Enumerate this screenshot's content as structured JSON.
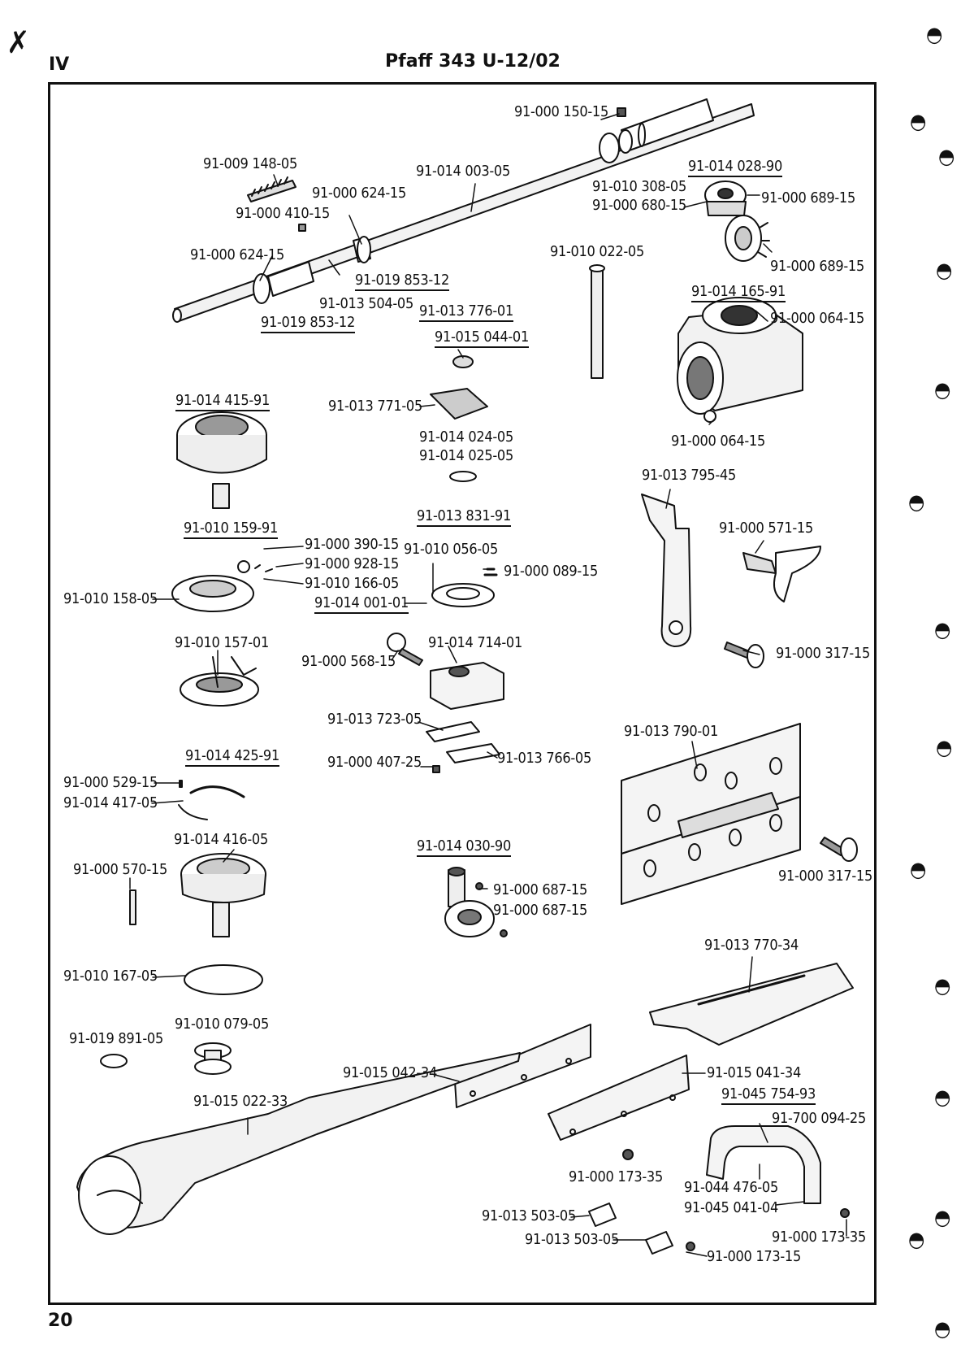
{
  "header": {
    "section": "IV",
    "title": "Pfaff 343 U-12/02",
    "page_number": "20"
  },
  "labels": [
    "91-000 150-15",
    "91-009 148-05",
    "91-014 003-05",
    "91-000 624-15",
    "91-000 410-15",
    "91-000 624-15",
    "91-019 853-12",
    "91-013 504-05",
    "91-019 853-12",
    "91-013 776-01",
    "91-015 044-01",
    "91-014 028-90",
    "91-010 308-05",
    "91-000 680-15",
    "91-000 689-15",
    "91-000 689-15",
    "91-010 022-05",
    "91-014 165-91",
    "91-000 064-15",
    "91-000 064-15",
    "91-014 415-91",
    "91-013 771-05",
    "91-014 024-05",
    "91-014 025-05",
    "91-013 795-45",
    "91-013 831-91",
    "91-010 159-91",
    "91-000 390-15",
    "91-000 928-15",
    "91-010 166-05",
    "91-014 001-01",
    "91-010 056-05",
    "91-000 089-15",
    "91-000 571-15",
    "91-010 158-05",
    "91-010 157-01",
    "91-000 568-15",
    "91-014 714-01",
    "91-000 317-15",
    "91-013 723-05",
    "91-013 790-01",
    "91-014 425-91",
    "91-000 407-25",
    "91-013 766-05",
    "91-000 529-15",
    "91-014 417-05",
    "91-014 416-05",
    "91-000 570-15",
    "91-014 030-90",
    "91-000 687-15",
    "91-000 687-15",
    "91-000 317-15",
    "91-013 770-34",
    "91-010 167-05",
    "91-010 079-05",
    "91-019 891-05",
    "91-015 042-34",
    "91-015 041-34",
    "91-045 754-93",
    "91-015 022-33",
    "91-700 094-25",
    "91-044 476-05",
    "91-045 041-04",
    "91-000 173-35",
    "91-013 503-05",
    "91-013 503-05",
    "91-000 173-35",
    "91-000 173-15"
  ]
}
